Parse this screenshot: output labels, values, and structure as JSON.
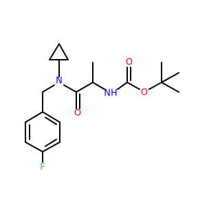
{
  "molecule": {
    "colors": {
      "bond": "#000000",
      "N": "#0000ff",
      "O": "#ff0000",
      "F": "#33cc33",
      "background": "#ffffff"
    },
    "atoms": {
      "n_amide": {
        "symbol": "N",
        "text": "N",
        "color_key": "N"
      },
      "n_carbamate": {
        "symbol": "N",
        "text": "NH",
        "color_key": "N"
      },
      "o_amide": {
        "symbol": "O",
        "text": "O",
        "color_key": "O"
      },
      "o_carbonyl": {
        "symbol": "O",
        "text": "O",
        "color_key": "O"
      },
      "o_ester": {
        "symbol": "O",
        "text": "O",
        "color_key": "O"
      },
      "fluorine": {
        "symbol": "F",
        "text": "F",
        "color_key": "F"
      }
    }
  }
}
